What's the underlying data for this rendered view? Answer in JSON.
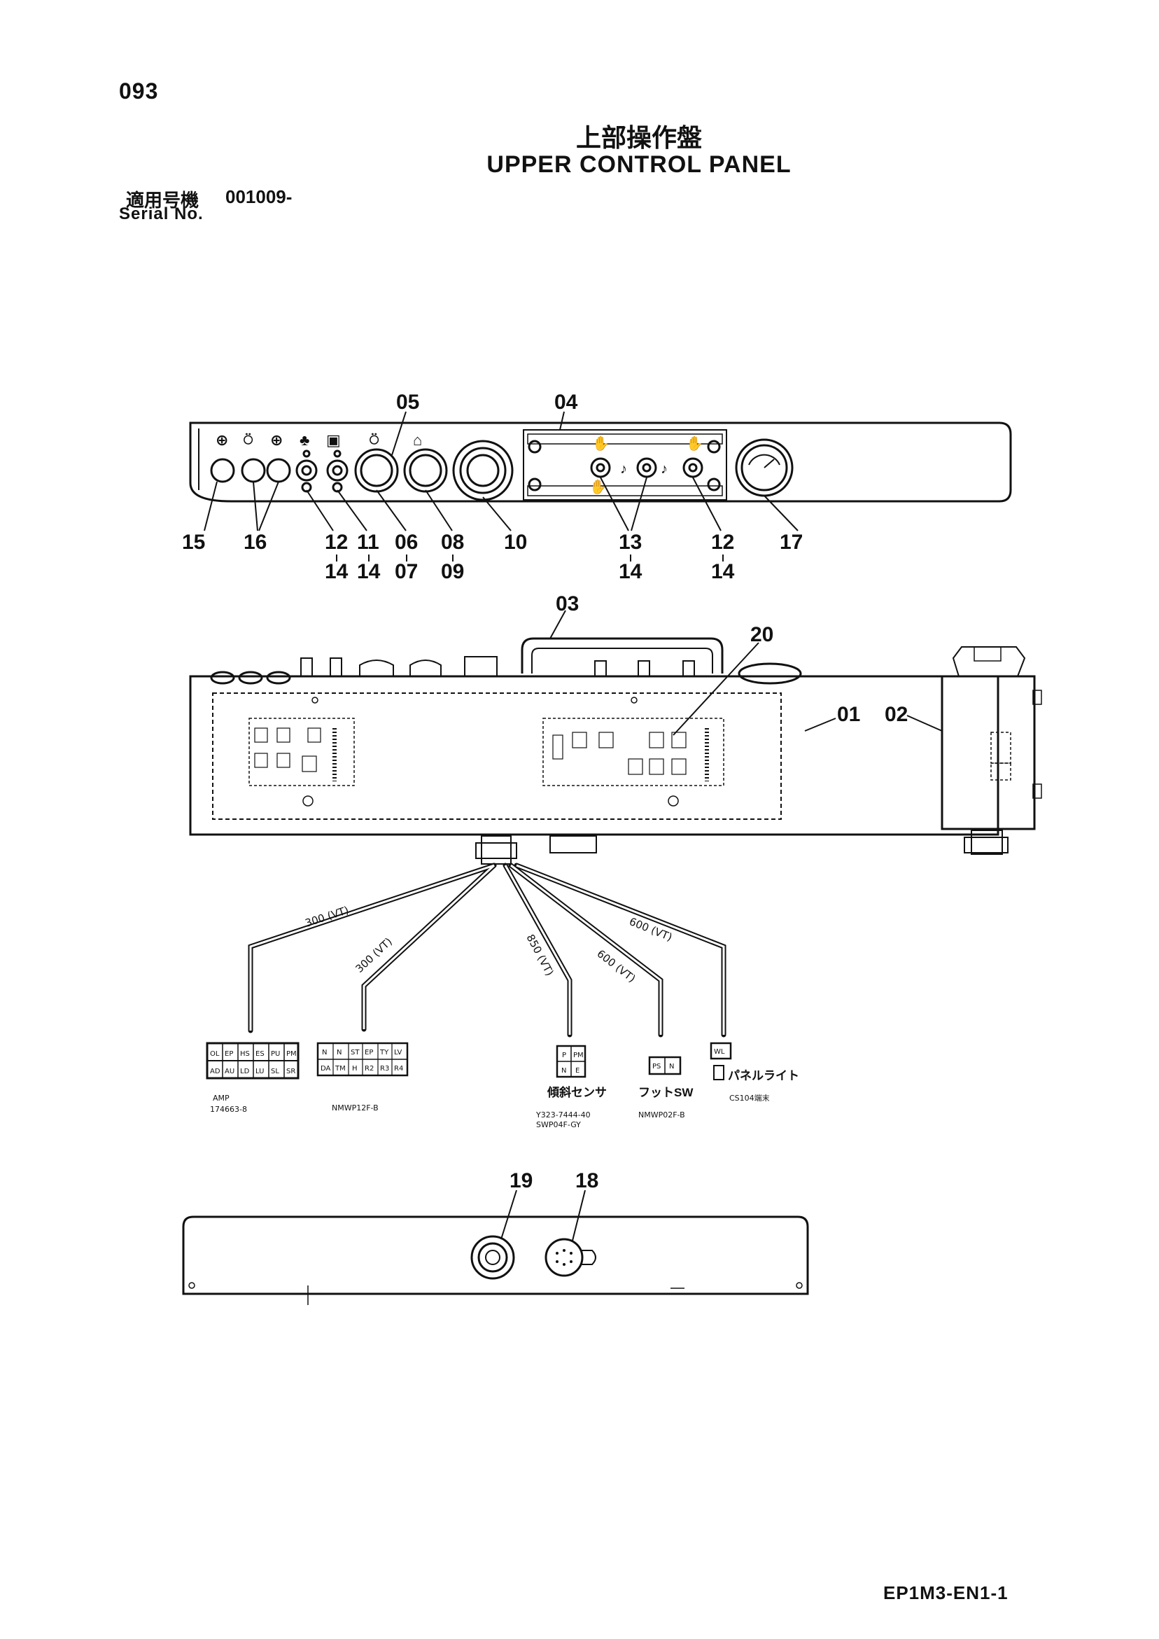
{
  "page_number": "093",
  "title_jp": "上部操作盤",
  "title_en": "UPPER CONTROL PANEL",
  "serial": {
    "label_jp": "適用号機",
    "value": "001009-",
    "label_en": "Serial No."
  },
  "callouts": {
    "c01": "01",
    "c02": "02",
    "c03": "03",
    "c04": "04",
    "c05": "05",
    "c06": "06",
    "c07": "07",
    "c08": "08",
    "c09": "09",
    "c10": "10",
    "c11": "11",
    "c12a": "12",
    "c12b": "12",
    "c13": "13",
    "c14a": "14",
    "c14b": "14",
    "c14c": "14",
    "c14d": "14",
    "c15": "15",
    "c16": "16",
    "c17": "17",
    "c18": "18",
    "c19": "19",
    "c20": "20"
  },
  "cables": {
    "c1": "300 (VT)",
    "c2": "300 (VT)",
    "c3": "850 (VT)",
    "c4": "600 (VT)",
    "c5": "600 (VT)"
  },
  "connectors": {
    "amp": {
      "top_pins": [
        "OL",
        "EP",
        "HS",
        "ES",
        "PU",
        "PM"
      ],
      "bottom_pins": [
        "AD",
        "AU",
        "LD",
        "LU",
        "SL",
        "SR"
      ],
      "label1": "AMP",
      "label2": "174663-8"
    },
    "nmwp12": {
      "top_pins": [
        "N",
        "N",
        "ST",
        "EP",
        "TY",
        "LV"
      ],
      "bottom_pins": [
        "DA",
        "TM",
        "H",
        "R2",
        "R3",
        "R4"
      ],
      "label": "NMWP12F-B"
    },
    "tilt": {
      "pins": [
        "P",
        "PM",
        "N",
        "E"
      ],
      "name": "傾斜センサ",
      "part1": "Y323-7444-40",
      "part2": "SWP04F-GY"
    },
    "foot": {
      "pins": [
        "PS",
        "N"
      ],
      "name": "フットSW",
      "part": "NMWP02F-B"
    },
    "panel_light": {
      "pin": "WL",
      "name": "パネルライト",
      "part": "CS104端末"
    }
  },
  "footer_code": "EP1M3-EN1-1"
}
